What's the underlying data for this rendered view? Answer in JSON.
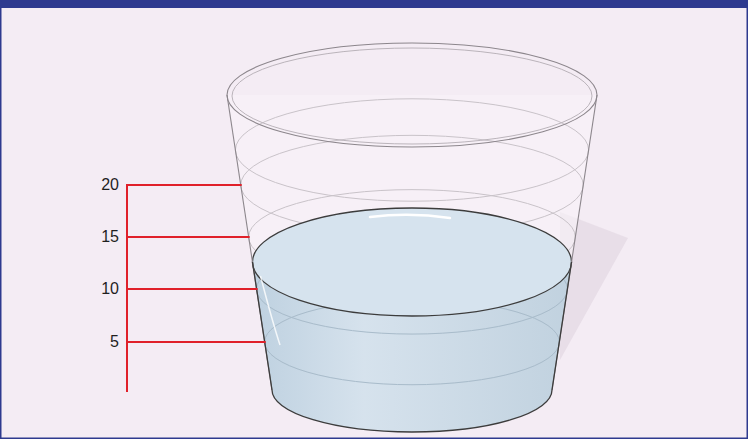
{
  "diagram": {
    "labels": [
      "20",
      "15",
      "10",
      "5"
    ]
  }
}
